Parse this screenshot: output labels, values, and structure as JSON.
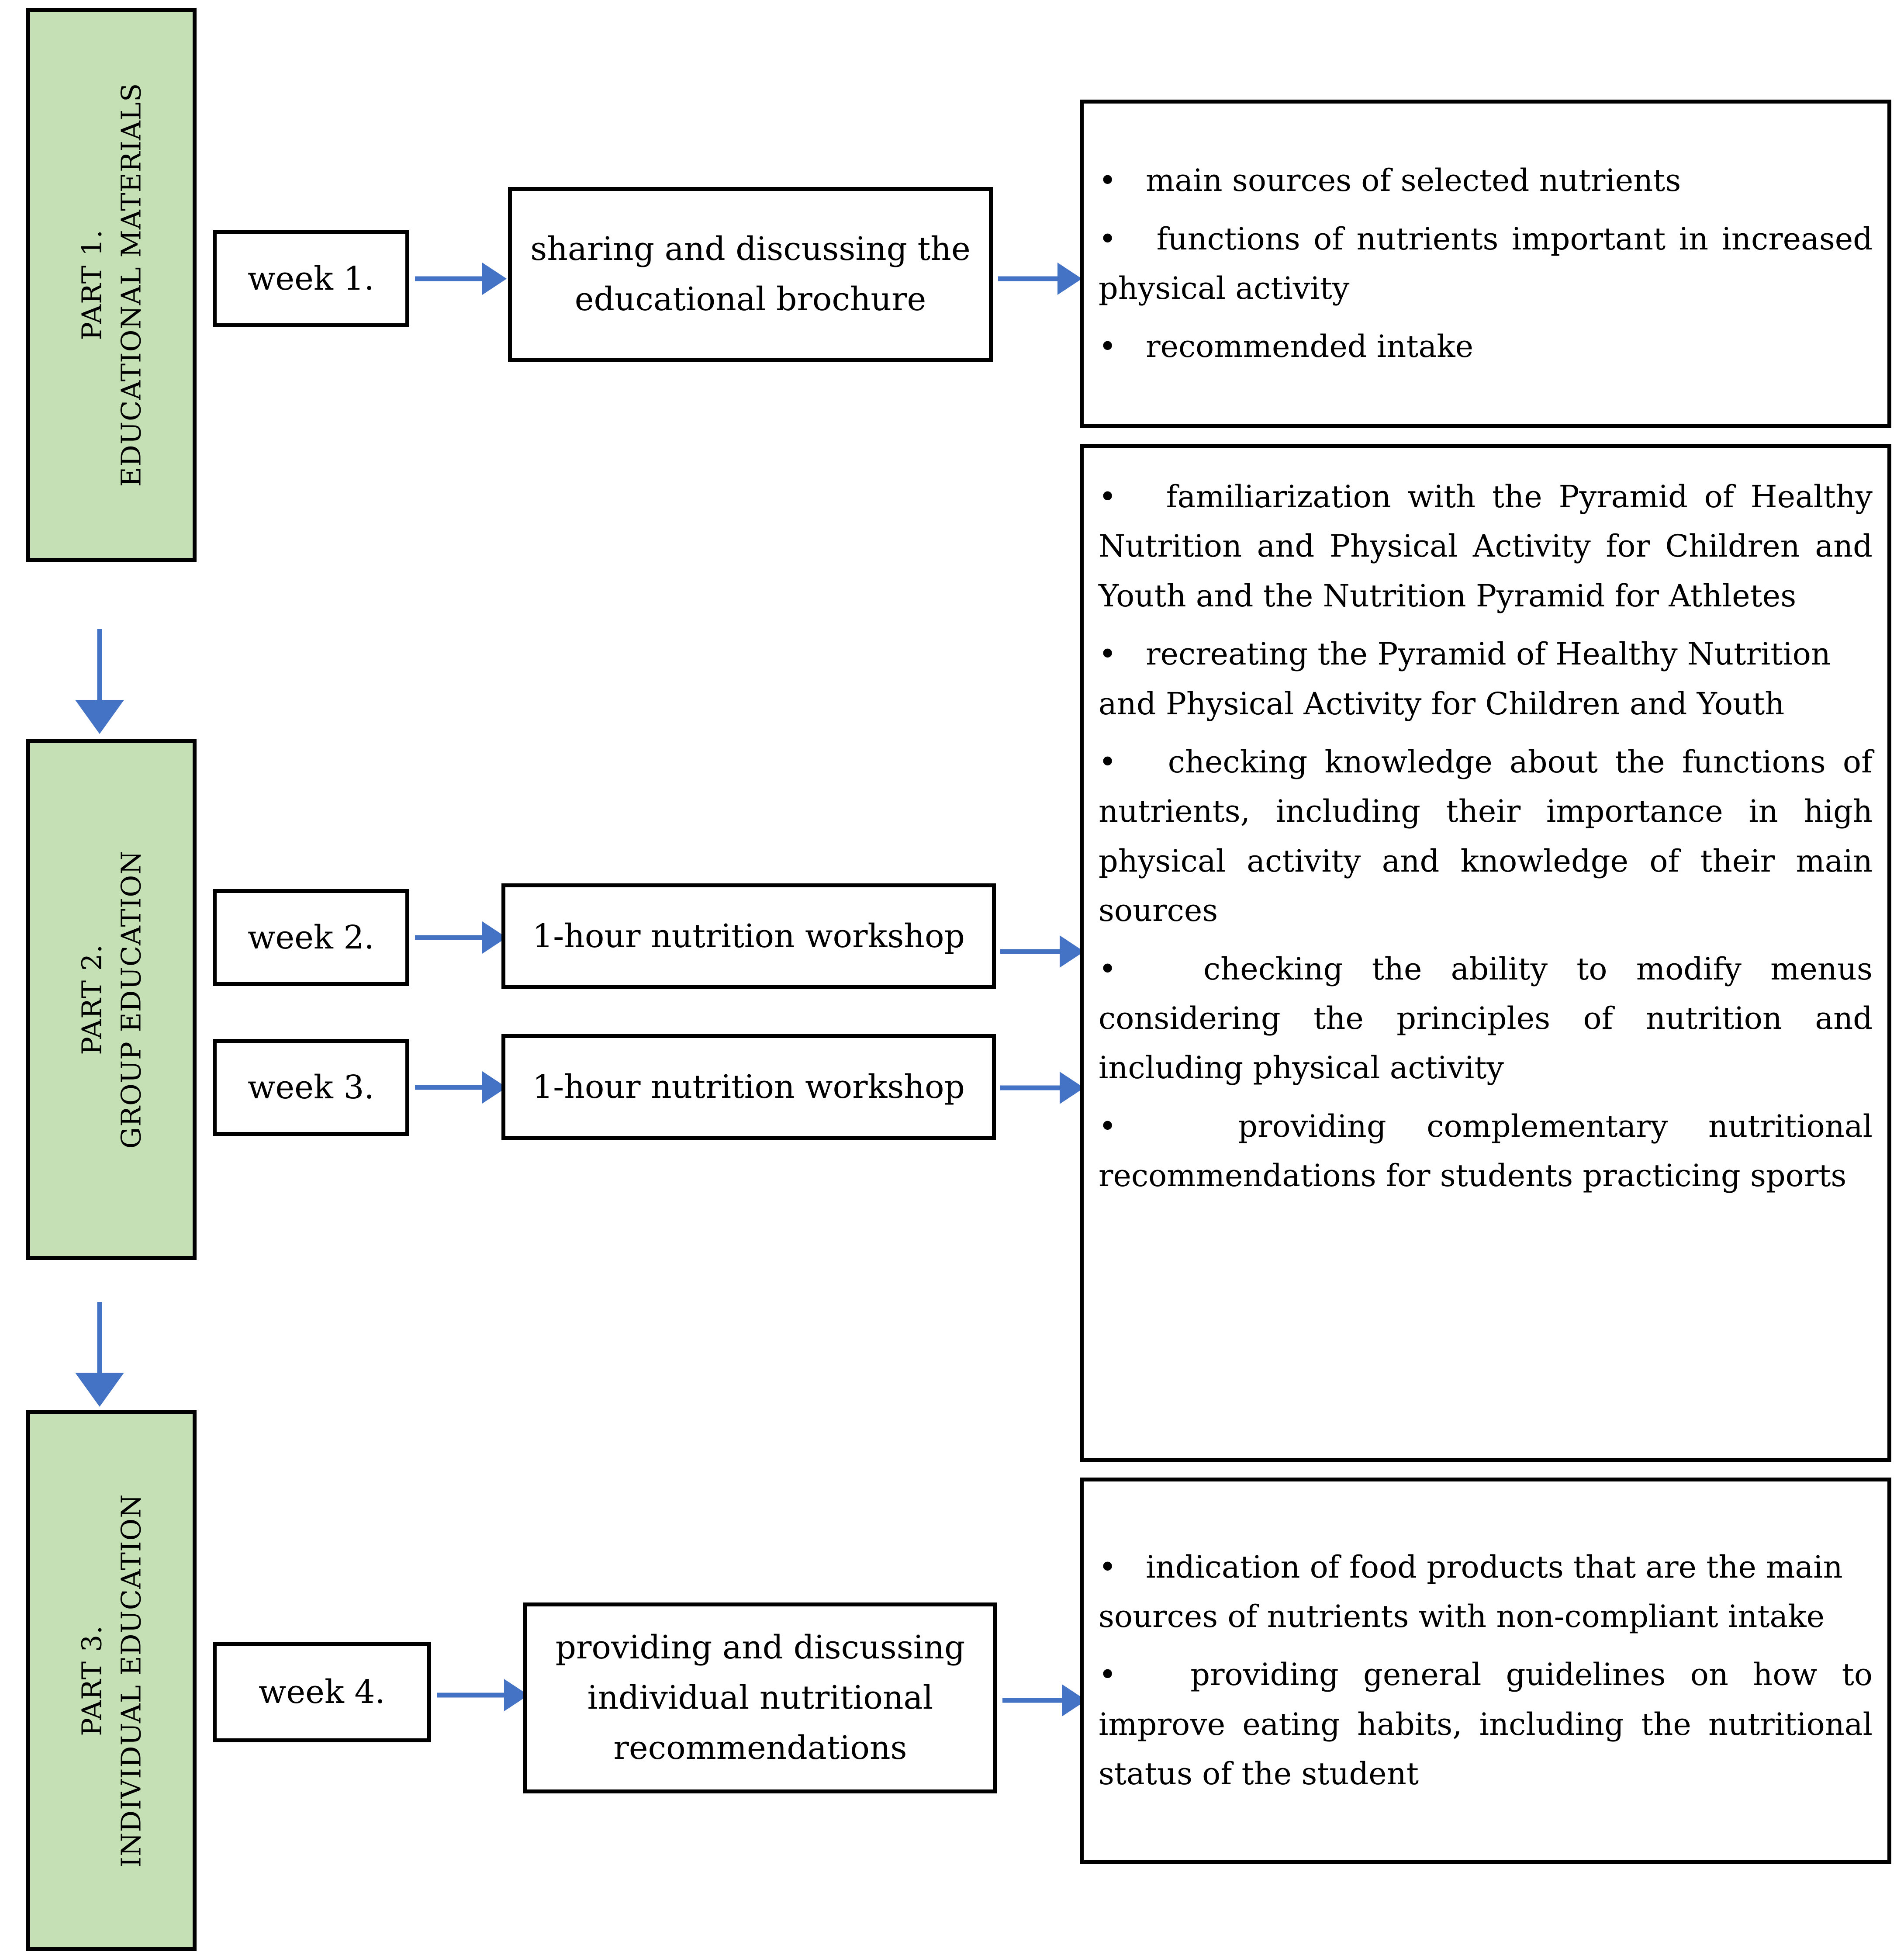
{
  "diagram": {
    "title": "Nutrition education intervention programme flowchart",
    "accent_green": "#C5E0B4",
    "accent_blue": "#4472C4",
    "border_color": "#000000"
  },
  "parts": [
    {
      "id": "part-1",
      "label_line1": "PART 1.",
      "label_line2": "EDUCATIONAL MATERIALS"
    },
    {
      "id": "part-2",
      "label_line1": "PART 2.",
      "label_line2": "GROUP EDUCATION"
    },
    {
      "id": "part-3",
      "label_line1": "PART 3.",
      "label_line2": "INDIVIDUAL EDUCATION"
    }
  ],
  "weeks": [
    {
      "id": "week-1",
      "label": "week 1."
    },
    {
      "id": "week-2",
      "label": "week 2."
    },
    {
      "id": "week-3",
      "label": "week 3."
    },
    {
      "id": "week-4",
      "label": "week 4."
    }
  ],
  "activities": [
    {
      "id": "activity-1",
      "label": "sharing and discussing the educational brochure"
    },
    {
      "id": "activity-2",
      "label": "1-hour nutrition workshop"
    },
    {
      "id": "activity-3",
      "label": "1-hour nutrition workshop"
    },
    {
      "id": "activity-4",
      "label": "providing and discussing individual nutritional recommendations"
    }
  ],
  "outcome_boxes": [
    {
      "id": "outcomes-part-1",
      "bullets": [
        "main sources of selected nutrients",
        "functions of nutrients important in increased physical activity",
        "recommended intake"
      ]
    },
    {
      "id": "outcomes-part-2",
      "bullets": [
        "familiarization with the Pyramid of Healthy Nutrition and Physical Activity for Children and Youth and the Nutrition Pyramid for Athletes",
        "recreating the Pyramid of Healthy Nutrition and Physical Activity for Children and Youth",
        "checking knowledge about the functions of nutrients, including their importance in high physical activity and knowledge of their main sources",
        "checking the ability to modify menus considering the principles of nutrition and including physical activity",
        "providing complementary nutritional recommendations for students practicing sports"
      ]
    },
    {
      "id": "outcomes-part-3",
      "bullets": [
        "indication of food products that are the main sources of nutrients with non-compliant intake",
        "providing general guidelines on how to improve eating habits, including the nutritional status of the student"
      ]
    }
  ],
  "bullet_glyph": "•"
}
